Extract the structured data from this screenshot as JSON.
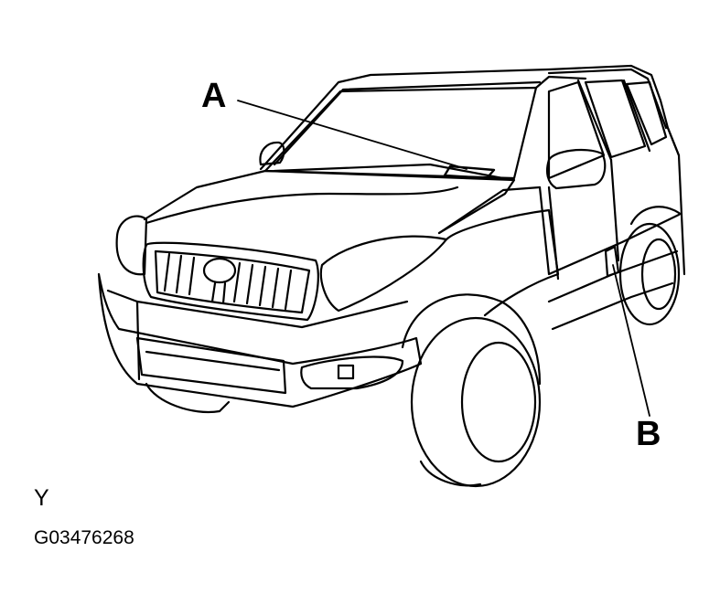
{
  "callouts": {
    "a": "A",
    "b": "B"
  },
  "view_letter": "Y",
  "figure_code": "G03476268",
  "colors": {
    "line": "#000000",
    "background": "#ffffff"
  }
}
